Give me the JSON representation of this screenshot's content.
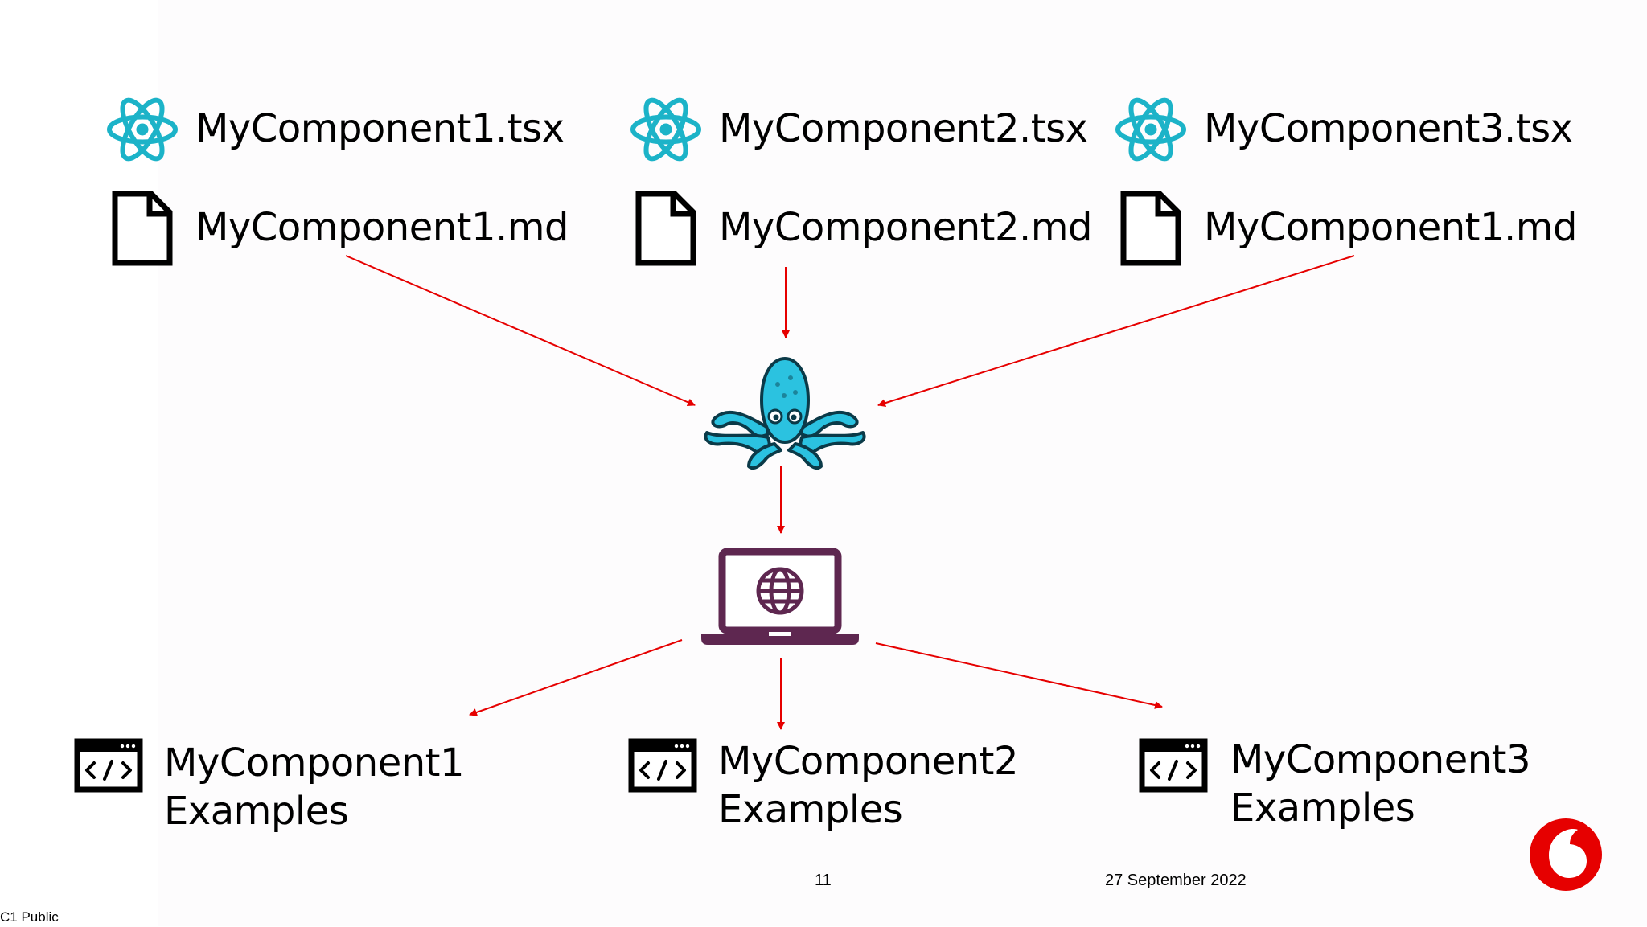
{
  "sources": [
    {
      "tsx": "MyComponent1.tsx",
      "md": "MyComponent1.md"
    },
    {
      "tsx": "MyComponent2.tsx",
      "md": "MyComponent2.md"
    },
    {
      "tsx": "MyComponent3.tsx",
      "md": "MyComponent1.md"
    }
  ],
  "outputs": [
    {
      "line1": "MyComponent1",
      "line2": "Examples"
    },
    {
      "line1": "MyComponent2",
      "line2": "Examples"
    },
    {
      "line1": "MyComponent3",
      "line2": "Examples"
    }
  ],
  "icons": {
    "source_top": "react-icon",
    "source_bottom": "document-icon",
    "processor": "octopus-icon",
    "website": "laptop-globe-icon",
    "output": "code-window-icon",
    "brand": "vodafone-logo"
  },
  "colors": {
    "arrow": "#e60000",
    "react": "#1cb3c8",
    "octopus": "#2bc2e0",
    "laptop": "#5e2750",
    "brand": "#e60000"
  },
  "footer": {
    "page_number": "11",
    "date": "27 September 2022",
    "classification": "C1 Public"
  }
}
